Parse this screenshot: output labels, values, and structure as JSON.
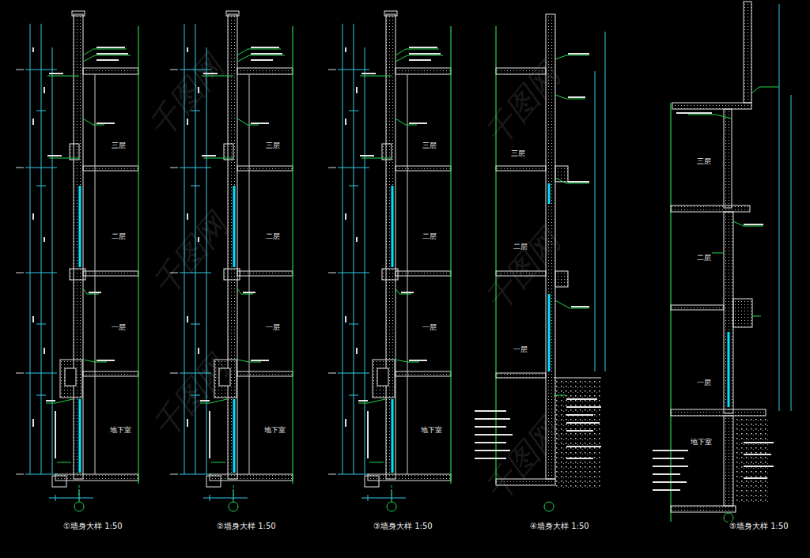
{
  "diagram": {
    "labels": [
      "三层",
      "二层",
      "一层",
      "地下室",
      "三层",
      "二层",
      "一层",
      "地下室",
      "三层",
      "二层",
      "一层",
      "地下室",
      "三层",
      "二层",
      "一层",
      "三层",
      "二层",
      "一层",
      "地下室",
      "①墙身大样 1:50",
      "②墙身大样 1:50",
      "③墙身大样 1:50",
      "④墙身大样 1:50",
      "⑤墙身大样 1:50",
      "千图网",
      "千图网",
      "千图网",
      "千图网",
      "千图网",
      "千图网"
    ]
  }
}
